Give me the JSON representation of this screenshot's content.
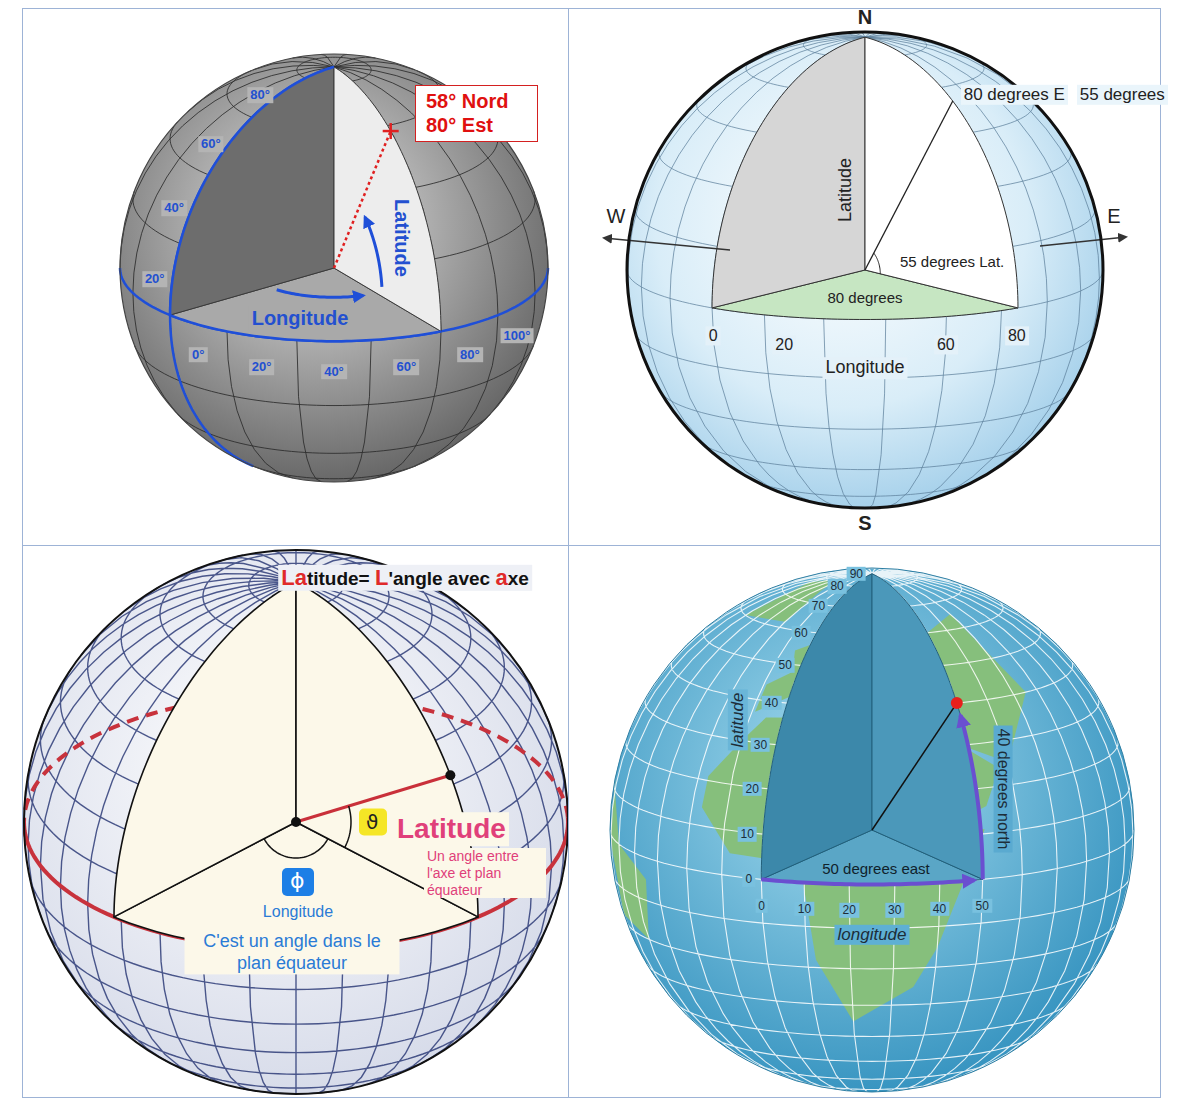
{
  "diagram": {
    "nodes": [
      {
        "text": [
          "58° Nord 80° Est"
        ]
      },
      {
        "text": [
          "ϑ"
        ]
      },
      {
        "text": [
          "ϕ"
        ]
      }
    ],
    "labels": [
      "80°",
      "60°",
      "40°",
      "20°",
      "Latitude",
      "Longitude",
      "0°",
      "20°",
      "40°",
      "60°",
      "80°",
      "100°",
      "N",
      "Latitude",
      "80 degrees E",
      "55 degrees",
      "W",
      "E",
      "55 degrees Lat.",
      "80 degrees",
      "0",
      "20",
      "60",
      "80",
      "Longitude",
      "S",
      "Latitude= L'angle avec axe",
      "Latitude",
      "Un angle entre l'axe et plan équateur",
      "Longitude",
      "C'est un angle dans le plan équateur",
      "90",
      "80",
      "70",
      "60",
      "50",
      "40",
      "30",
      "20",
      "10",
      "0",
      "latitude",
      "40 degrees north",
      "50 degrees east",
      "0",
      "10",
      "20",
      "30",
      "40",
      "50",
      "longitude"
    ]
  }
}
